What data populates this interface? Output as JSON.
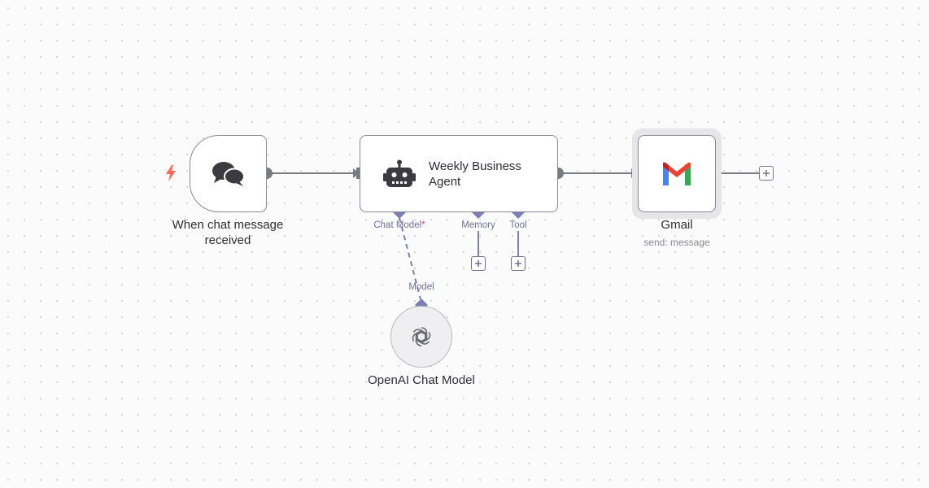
{
  "nodes": {
    "trigger": {
      "label": "When chat message received",
      "icon": "chat-bubbles-icon",
      "badge_icon": "lightning-bolt-icon"
    },
    "agent": {
      "title": "Weekly Business Agent",
      "icon": "robot-icon"
    },
    "gmail": {
      "title": "Gmail",
      "subtitle": "send: message",
      "icon": "gmail-icon"
    },
    "openai": {
      "title": "OpenAI Chat Model",
      "icon": "openai-icon"
    }
  },
  "ports": {
    "chat_model": "Chat Model",
    "chat_model_required": "*",
    "memory": "Memory",
    "tool": "Tool",
    "model": "Model"
  },
  "colors": {
    "port_purple": "#7c7fb4",
    "connector_gray": "#7a7a82",
    "trigger_bolt": "#ff6d5a",
    "required_red": "#e5484d"
  }
}
